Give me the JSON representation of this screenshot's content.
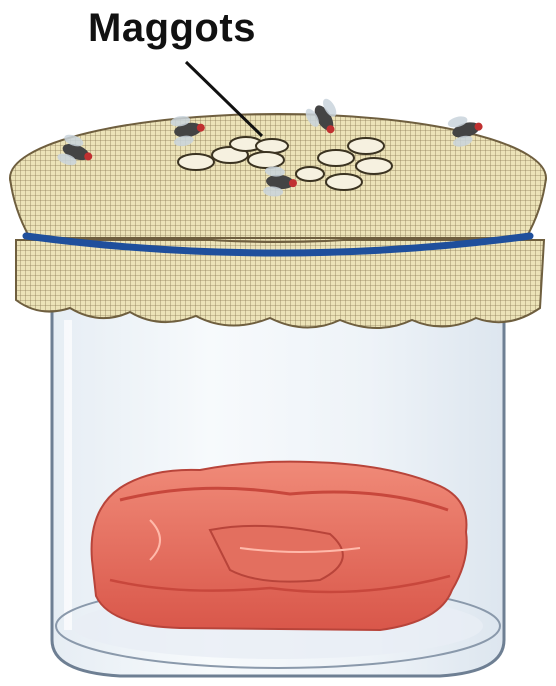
{
  "diagram": {
    "label": "Maggots",
    "callout_target": "maggots",
    "colors": {
      "gauze": "#ece3b8",
      "gauze_grid": "#8b7a55",
      "band": "#1f4f9c",
      "jar_glass": "#eef3f8",
      "jar_outline": "#6e7f93",
      "meat": "#e86a5a",
      "meat_dark": "#c8473c",
      "maggot": "#f6f1e0",
      "fly_body": "#444444",
      "fly_eye": "#c03030"
    },
    "elements": [
      "gauze-cover",
      "rubber-band",
      "glass-jar",
      "meat",
      "maggots",
      "flies"
    ]
  }
}
